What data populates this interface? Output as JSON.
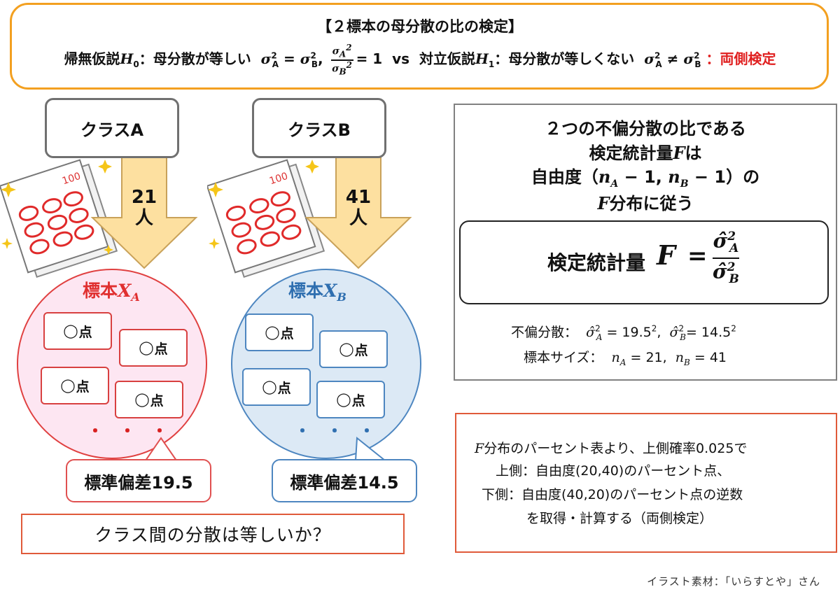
{
  "header": {
    "title": "【２標本の母分散の比の検定】",
    "null_label": "帰無仮説",
    "null_text": "：母分散が等しい",
    "vs": "vs",
    "alt_label": "対立仮説",
    "alt_text": "：母分散が等しくない",
    "two_sided": "：両側検定"
  },
  "classes": [
    {
      "label": "クラスA",
      "count": "21",
      "unit": "人",
      "sample_label": "標本",
      "sample_var": "X",
      "sample_sub": "A",
      "score": "点",
      "sd_label": "標準偏差19.5"
    },
    {
      "label": "クラスB",
      "count": "41",
      "unit": "人",
      "sample_label": "標本",
      "sample_var": "X",
      "sample_sub": "B",
      "score": "点",
      "sd_label": "標準偏差14.5"
    }
  ],
  "question": "クラス間の分散は等しいか？",
  "stat_panel": {
    "line1": "２つの不偏分散の比である",
    "line2": "検定統計量",
    "line2_suffix": "は",
    "line3_prefix": "自由度（",
    "line3_suffix": "）の",
    "line4_suffix": "分布に従う",
    "formula_label": "検定統計量",
    "variance_label": "不偏分散：",
    "variance_a_value": "19.5",
    "variance_b_value": "14.5",
    "size_label": "標本サイズ：",
    "size_a_value": "21",
    "size_b_value": "41"
  },
  "note": {
    "line1_suffix": "分布のパーセント表より、上側確率0.025で",
    "line2": "上側：自由度(20,40)のパーセント点、",
    "line3": "下側：自由度(40,20)のパーセント点の逆数",
    "line4": "を取得・計算する（両側検定）"
  },
  "credit": "イラスト素材：「いらすとや」さん",
  "colors": {
    "accent_orange": "#f3a020",
    "red": "#e02020",
    "class_a": "#e03030",
    "class_b": "#2f6fb0",
    "arrow_fill": "#fde0a0"
  }
}
